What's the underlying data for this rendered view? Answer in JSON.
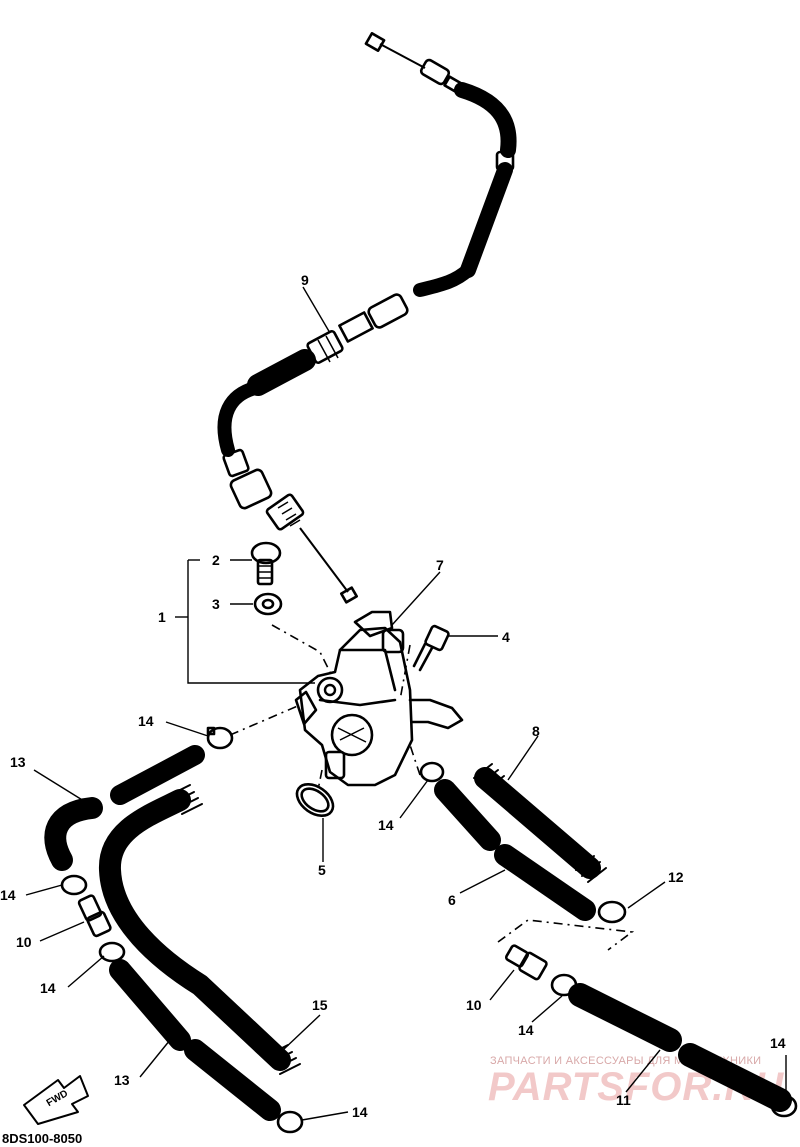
{
  "diagram": {
    "drawing_code": "8DS100-8050",
    "direction_mark": "FWD",
    "watermark": {
      "line1": "ЗАПЧАСТИ И АКСЕССУАРЫ ДЛЯ МОТОТЕХНИКИ",
      "line2": "PARTSFOR.RU"
    },
    "callouts": [
      "1",
      "2",
      "3",
      "4",
      "5",
      "6",
      "7",
      "8",
      "9",
      "10",
      "10",
      "11",
      "12",
      "13",
      "13",
      "14",
      "14",
      "14",
      "14",
      "14",
      "14",
      "14",
      "15"
    ]
  }
}
